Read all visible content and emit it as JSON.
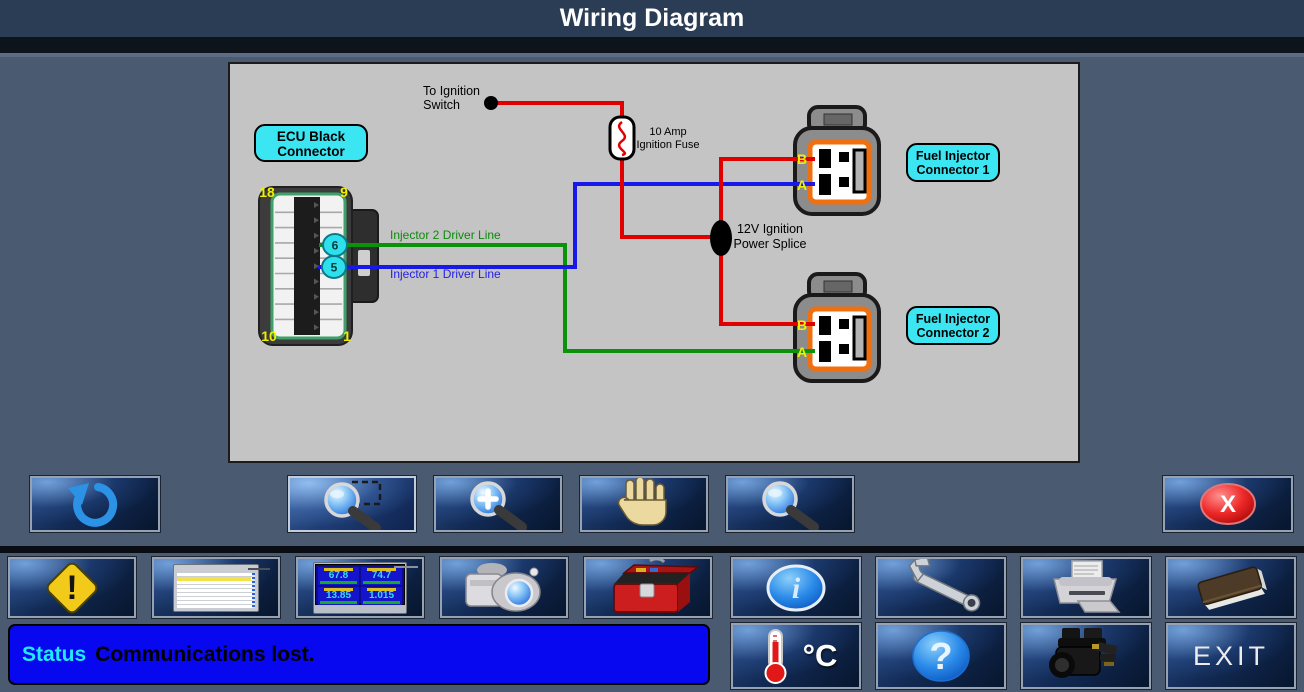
{
  "title": "Wiring Diagram",
  "status": {
    "label": "Status",
    "message": "Communications lost."
  },
  "diagram": {
    "ecu_label": [
      "ECU Black",
      "Connector"
    ],
    "ignition_switch_label": [
      "To Ignition",
      "Switch"
    ],
    "fuse_label": [
      "10 Amp",
      "Ignition Fuse"
    ],
    "splice_label": [
      "12V Ignition",
      "Power Splice"
    ],
    "injector2_wire_label": "Injector 2 Driver Line",
    "injector1_wire_label": "Injector 1 Driver Line",
    "connector1_label": [
      "Fuel Injector",
      "Connector 1"
    ],
    "connector2_label": [
      "Fuel Injector",
      "Connector 2"
    ],
    "ecu_pin_numbers": {
      "top_left": "18",
      "top_right": "9",
      "bottom_left": "10",
      "bottom_right": "1"
    },
    "pin6": "6",
    "pin5": "5",
    "connector1_pins": {
      "top": "B",
      "bottom": "A"
    },
    "connector2_pins": {
      "top": "B",
      "bottom": "A"
    },
    "wire_colors": {
      "power": "#e00000",
      "injector1": "#1818e8",
      "injector2": "#0a930a"
    }
  },
  "toolbar": {
    "back": {
      "icon": "undo-arrow-icon"
    },
    "zoom_select": {
      "icon": "zoom-select-icon",
      "active": true
    },
    "zoom_in": {
      "icon": "zoom-in-icon"
    },
    "pan": {
      "icon": "pan-hand-icon"
    },
    "zoom_out": {
      "icon": "zoom-out-icon"
    },
    "close": {
      "icon": "close-x-icon",
      "glyph": "X"
    }
  },
  "bottom_toolbar": {
    "warnings": {
      "icon": "warning-diamond-icon",
      "glyph": "!"
    },
    "data_list": {
      "icon": "data-list-icon"
    },
    "gauges": {
      "icon": "gauge-display-icon",
      "values": [
        "67.8",
        "74.7",
        "13.85",
        "1.015"
      ]
    },
    "snapshot": {
      "icon": "camera-icon"
    },
    "toolbox": {
      "icon": "toolbox-icon"
    },
    "info": {
      "icon": "info-icon",
      "glyph": "i"
    },
    "adjust": {
      "icon": "wrench-icon"
    },
    "print": {
      "icon": "printer-icon"
    },
    "manual": {
      "icon": "book-icon"
    },
    "units": {
      "icon": "thermometer-icon",
      "label": "°C"
    },
    "help": {
      "icon": "question-icon",
      "glyph": "?"
    },
    "engine": {
      "icon": "engine-icon"
    },
    "exit": {
      "label": "EXIT"
    }
  }
}
